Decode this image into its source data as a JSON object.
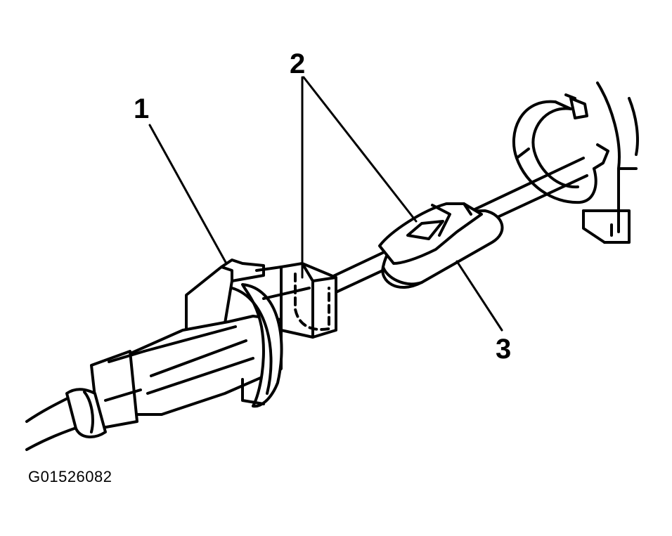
{
  "callouts": [
    {
      "id": "1",
      "label": "1"
    },
    {
      "id": "2",
      "label": "2"
    },
    {
      "id": "3",
      "label": "3"
    }
  ],
  "figure_id": "G01526082"
}
